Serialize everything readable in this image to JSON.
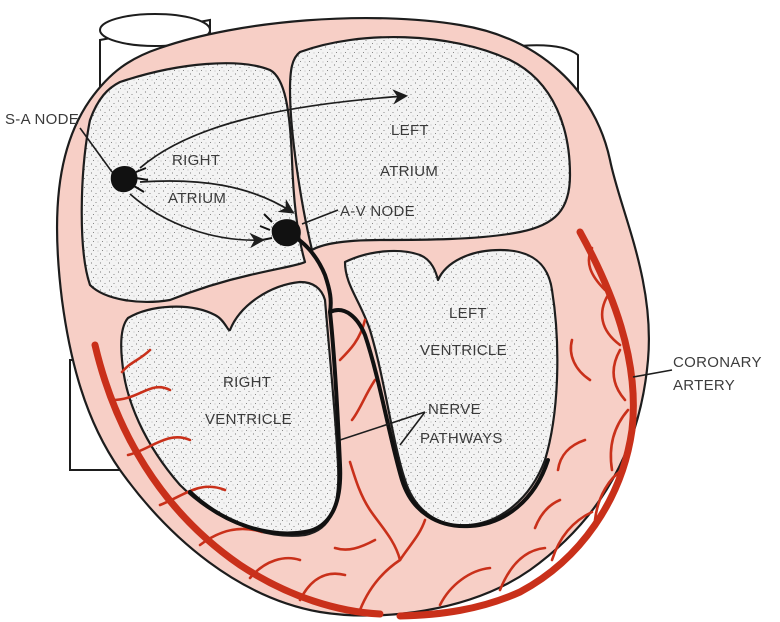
{
  "labels": {
    "sa_node": "S-A NODE",
    "right_atrium": [
      "RIGHT",
      "ATRIUM"
    ],
    "left_atrium": [
      "LEFT",
      "ATRIUM"
    ],
    "av_node": "A-V NODE",
    "left_ventricle": [
      "LEFT",
      "VENTRICLE"
    ],
    "right_ventricle": [
      "RIGHT",
      "VENTRICLE"
    ],
    "nerve_pathways": [
      "NERVE",
      "PATHWAYS"
    ],
    "coronary_artery": [
      "CORONARY",
      "ARTERY"
    ]
  },
  "colors": {
    "wall": "#f7cfc6",
    "artery": "#c9301a",
    "chamber": "#f4f4f4",
    "outline": "#1d1d1d"
  }
}
